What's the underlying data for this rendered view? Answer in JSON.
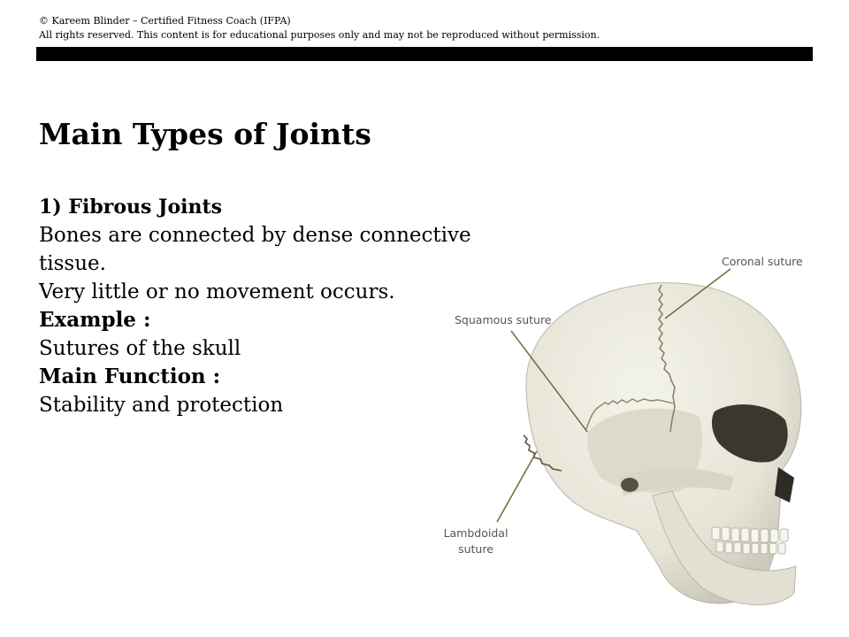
{
  "header": {
    "copyright_line": "© Kareem Blinder – Certified Fitness Coach (IFPA)",
    "rights_line": "All rights reserved. This content is for educational purposes only and may not be reproduced without permission."
  },
  "slide": {
    "title": "Main Types of Joints",
    "section_heading": "1) Fibrous Joints",
    "description": "Bones are connected by dense connective tissue.",
    "movement_note": "Very little or no movement occurs.",
    "example_label": "Example :",
    "example_value": "Sutures of the skull",
    "function_label": "Main Function :",
    "function_value": "Stability and protection"
  },
  "figure": {
    "labels": {
      "coronal_suture": "Coronal suture",
      "squamous_suture": "Squamous suture",
      "lambdoidal_line1": "Lambdoidal",
      "lambdoidal_line2": "suture"
    },
    "colors": {
      "bone": "#ecebe0",
      "bone_shadow": "#c9c7b8",
      "leader_line": "#6f6a3a",
      "label_text": "#555555"
    }
  }
}
